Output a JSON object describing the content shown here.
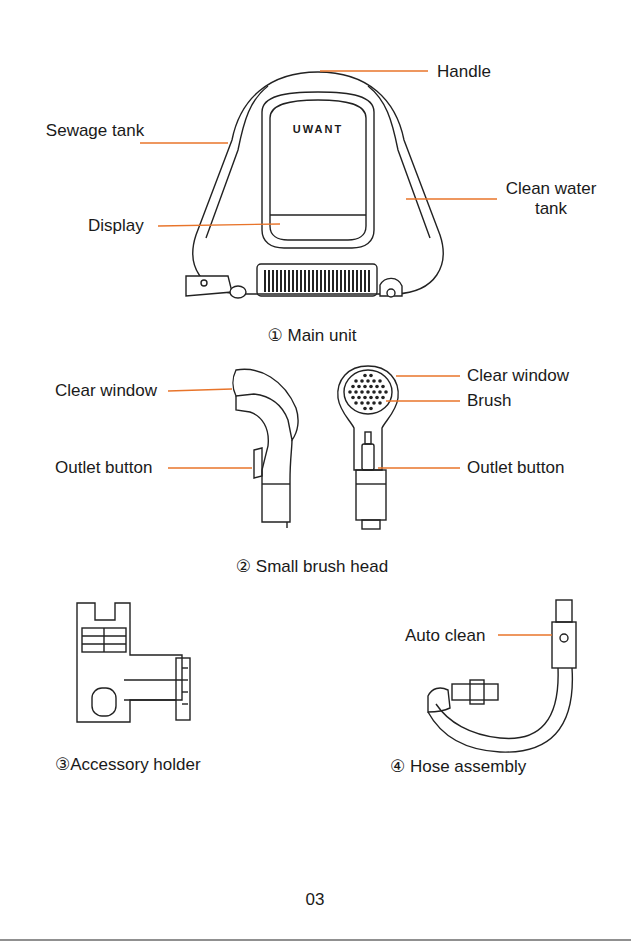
{
  "diagram": {
    "labels": [
      "Handle",
      "Sewage tank",
      "UWANT",
      "Clean water tank",
      "Display",
      "① Main unit",
      "Clear window",
      "Outlet button",
      "Clear window",
      "Brush",
      "Outlet button",
      "② Small brush head",
      "③Accessory holder",
      "Auto clean",
      "④ Hose assembly",
      "03"
    ]
  }
}
